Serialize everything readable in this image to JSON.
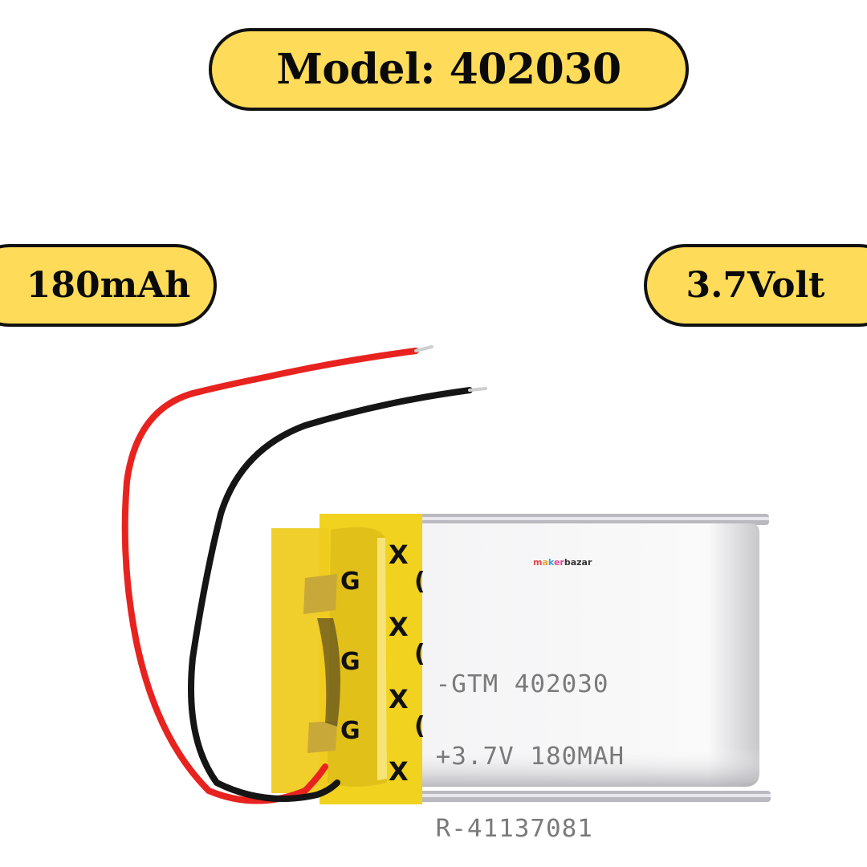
{
  "labels": {
    "model": "Model: 402030",
    "capacity": "180mAh",
    "voltage": "3.7Volt"
  },
  "battery": {
    "print_lines": [
      "-GTM 402030",
      "+3.7V 180MAH",
      "R-41137081"
    ],
    "watermark": {
      "parts": [
        "m",
        "a",
        "k",
        "er"
      ],
      "rest": "bazar"
    },
    "wires": {
      "positive_color": "#e8231f",
      "negative_color": "#151515"
    },
    "tape_color": "#f2d21a",
    "tape_marks": [
      "X",
      "G",
      "X",
      "G",
      "X",
      "G",
      "X"
    ]
  },
  "colors": {
    "pill_fill": "#fedc5a",
    "pill_border": "#111111",
    "background": "#ffffff"
  }
}
